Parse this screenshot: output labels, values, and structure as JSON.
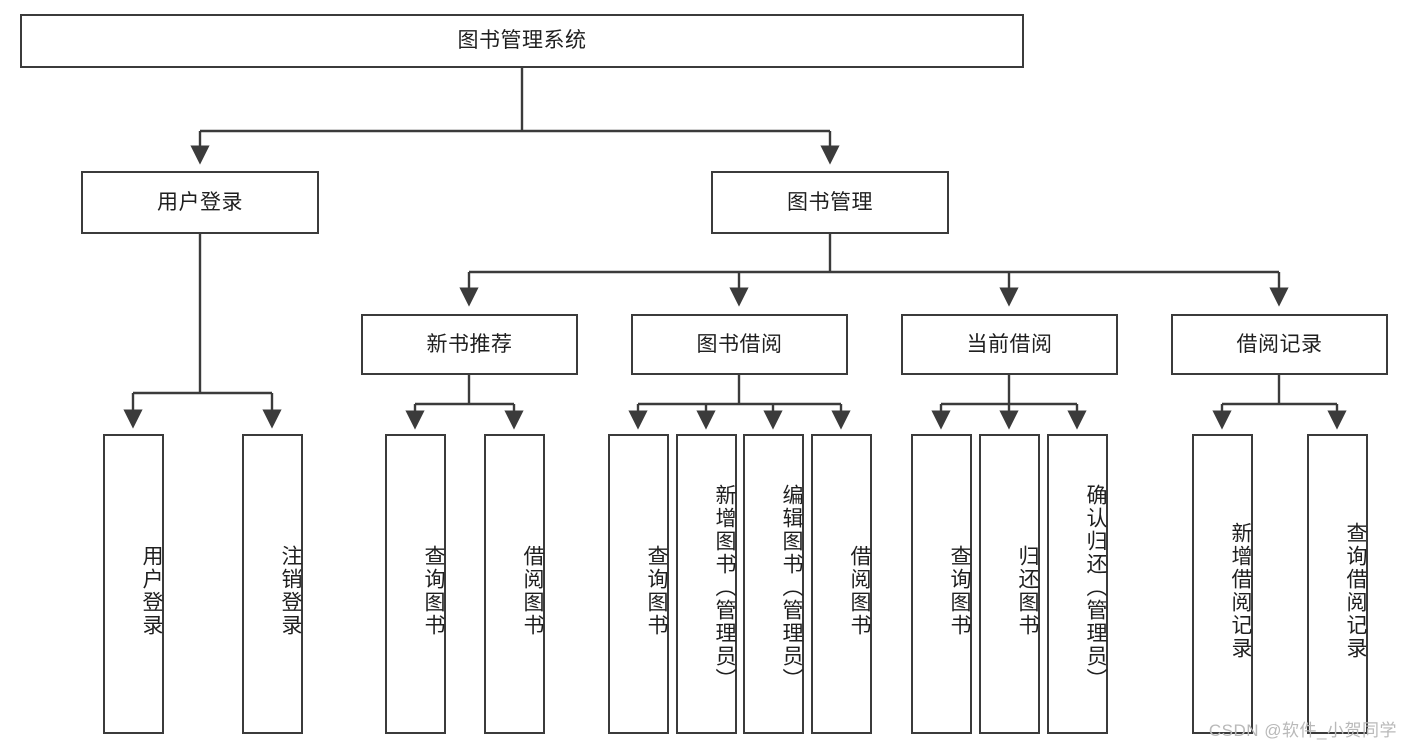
{
  "diagram": {
    "type": "tree-hierarchy-flowchart",
    "title": "图书管理系统",
    "background_color": "#ffffff",
    "box_border_color": "#3b3b3b",
    "connector_color": "#3b3b3b",
    "text_color": "#1f1f1f",
    "levels": {
      "root": {
        "label": "图书管理系统",
        "orientation": "horizontal"
      },
      "level2": [
        {
          "id": "user-login",
          "label": "用户登录",
          "orientation": "horizontal"
        },
        {
          "id": "book-management",
          "label": "图书管理",
          "orientation": "horizontal"
        }
      ],
      "level3": [
        {
          "id": "new-book-recommend",
          "label": "新书推荐",
          "orientation": "horizontal",
          "parent": "book-management"
        },
        {
          "id": "book-borrow",
          "label": "图书借阅",
          "orientation": "horizontal",
          "parent": "book-management"
        },
        {
          "id": "current-borrow",
          "label": "当前借阅",
          "orientation": "horizontal",
          "parent": "book-management"
        },
        {
          "id": "borrow-record",
          "label": "借阅记录",
          "orientation": "horizontal",
          "parent": "book-management"
        }
      ],
      "leaves": [
        {
          "id": "leaf-user-login",
          "label": "用户登录",
          "parent": "user-login",
          "orientation": "vertical"
        },
        {
          "id": "leaf-logout-login",
          "label": "注销登录",
          "parent": "user-login",
          "orientation": "vertical"
        },
        {
          "id": "leaf-query-book-1",
          "label": "查询图书",
          "parent": "new-book-recommend",
          "orientation": "vertical"
        },
        {
          "id": "leaf-borrow-book-1",
          "label": "借阅图书",
          "parent": "new-book-recommend",
          "orientation": "vertical"
        },
        {
          "id": "leaf-query-book-2",
          "label": "查询图书",
          "parent": "book-borrow",
          "orientation": "vertical"
        },
        {
          "id": "leaf-add-book",
          "label": "新增图书（管理员）",
          "parent": "book-borrow",
          "orientation": "vertical"
        },
        {
          "id": "leaf-edit-book",
          "label": "编辑图书（管理员）",
          "parent": "book-borrow",
          "orientation": "vertical"
        },
        {
          "id": "leaf-borrow-book-2",
          "label": "借阅图书",
          "parent": "book-borrow",
          "orientation": "vertical"
        },
        {
          "id": "leaf-query-book-3",
          "label": "查询图书",
          "parent": "current-borrow",
          "orientation": "vertical"
        },
        {
          "id": "leaf-return-book",
          "label": "归还图书",
          "parent": "current-borrow",
          "orientation": "vertical"
        },
        {
          "id": "leaf-confirm-return",
          "label": "确认归还（管理员）",
          "parent": "current-borrow",
          "orientation": "vertical"
        },
        {
          "id": "leaf-add-record",
          "label": "新增借阅记录",
          "parent": "borrow-record",
          "orientation": "vertical"
        },
        {
          "id": "leaf-query-record",
          "label": "查询借阅记录",
          "parent": "borrow-record",
          "orientation": "vertical"
        }
      ]
    }
  },
  "watermark": {
    "text": "CSDN @软件_小贺同学"
  }
}
